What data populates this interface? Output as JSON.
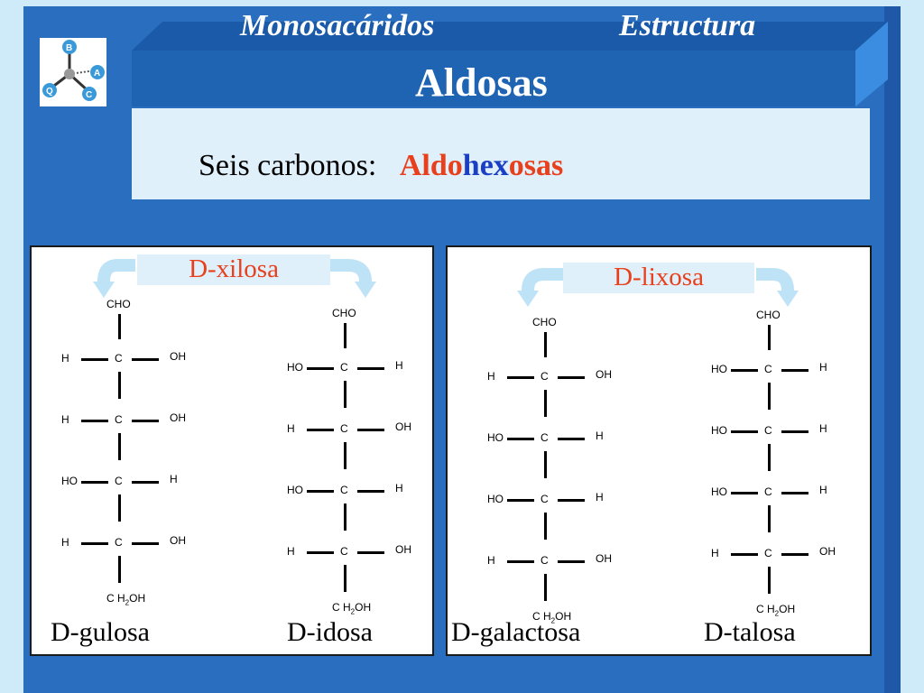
{
  "header": {
    "left": "Monosacáridos",
    "right": "Estructura",
    "title": "Aldosas"
  },
  "subtitle": {
    "prefix": "Seis carbonos:",
    "part1": "Aldo",
    "part2": "hex",
    "part3": "osas"
  },
  "logo": {
    "letters": [
      "B",
      "A",
      "C",
      "Q"
    ]
  },
  "left_panel": {
    "epimer_label": "D-xilosa",
    "names": [
      "D-gulosa",
      "D-idosa"
    ]
  },
  "right_panel": {
    "epimer_label": "D-lixosa",
    "names": [
      "D-galactosa",
      "D-talosa"
    ]
  },
  "atoms": {
    "cho": "CHO",
    "c": "C",
    "h": "H",
    "oh": "OH",
    "ho": "HO",
    "ch2oh_a": "C H",
    "ch2oh_sub": "2",
    "ch2oh_b": "OH"
  },
  "molecules": [
    {
      "name": "D-gulosa",
      "rows": [
        [
          "H",
          "OH"
        ],
        [
          "H",
          "OH"
        ],
        [
          "HO",
          "H"
        ],
        [
          "H",
          "OH"
        ]
      ]
    },
    {
      "name": "D-idosa",
      "rows": [
        [
          "HO",
          "H"
        ],
        [
          "H",
          "OH"
        ],
        [
          "HO",
          "H"
        ],
        [
          "H",
          "OH"
        ]
      ]
    },
    {
      "name": "D-galactosa",
      "rows": [
        [
          "H",
          "OH"
        ],
        [
          "HO",
          "H"
        ],
        [
          "HO",
          "H"
        ],
        [
          "H",
          "OH"
        ]
      ]
    },
    {
      "name": "D-talosa",
      "rows": [
        [
          "HO",
          "H"
        ],
        [
          "HO",
          "H"
        ],
        [
          "HO",
          "H"
        ],
        [
          "H",
          "OH"
        ]
      ]
    }
  ],
  "colors": {
    "frame": "#2a6fbf",
    "header": "#1f64b3",
    "accent_red": "#e8401c",
    "accent_blue": "#1b3fc4",
    "arrow": "#bfe3f6"
  }
}
